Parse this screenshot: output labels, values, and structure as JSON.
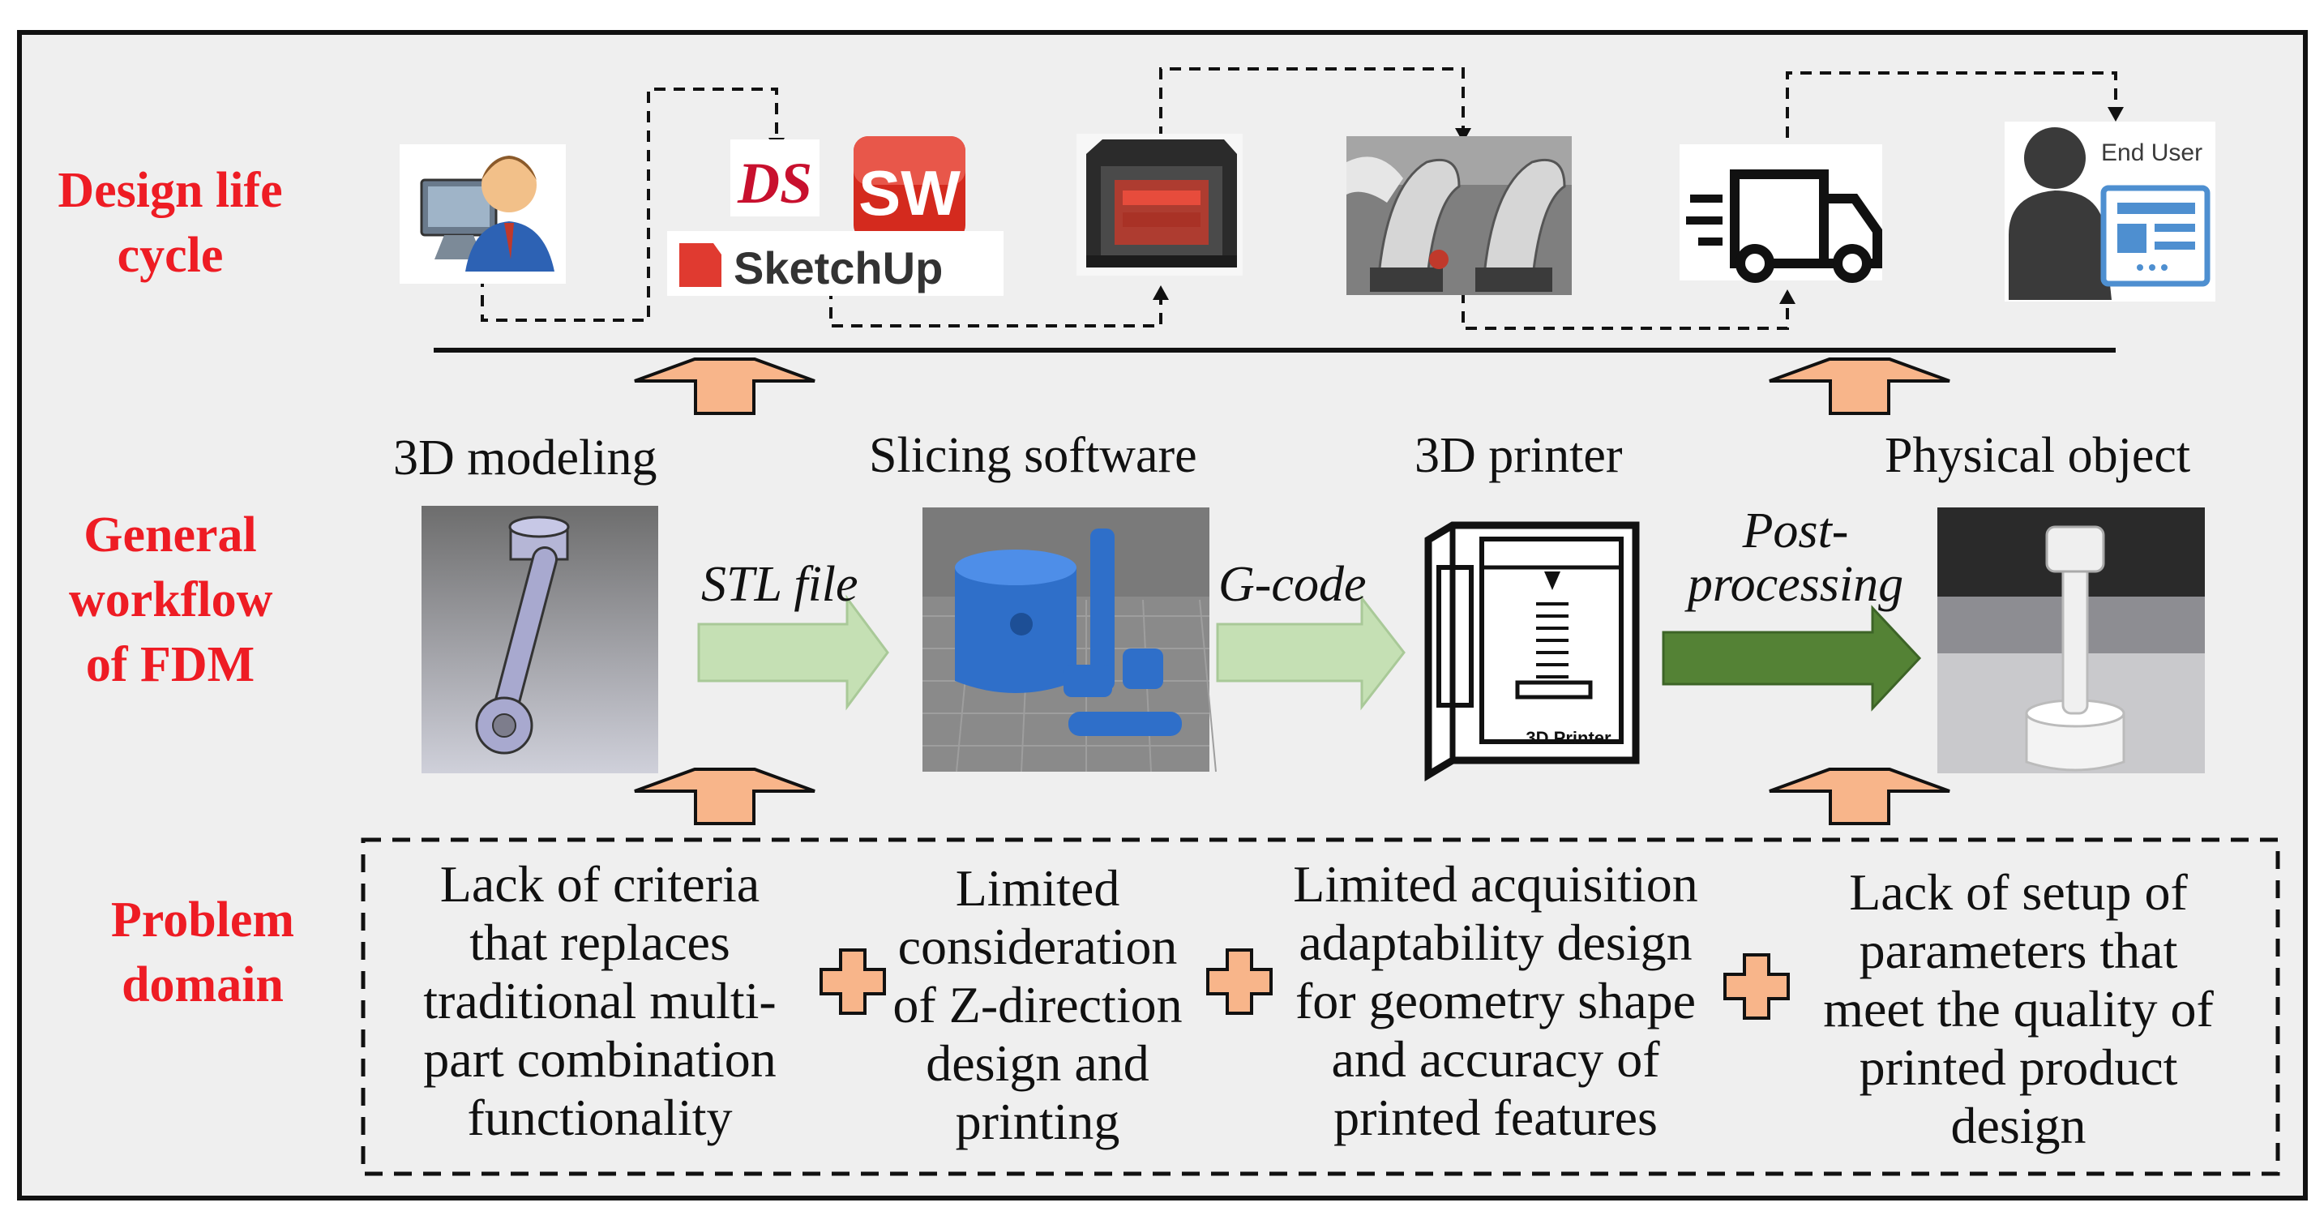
{
  "rows": {
    "design_life_cycle": "Design life cycle",
    "general_workflow": "General workflow of FDM",
    "problem_domain": "Problem domain"
  },
  "stages": {
    "modeling": "3D modeling",
    "slicing": "Slicing software",
    "printer": "3D printer",
    "object": "Physical object"
  },
  "arrows": {
    "stl": "STL file",
    "gcode": "G-code",
    "post": "Post-processing"
  },
  "logos": {
    "sketchup": "SketchUp",
    "sw": "SW",
    "ds": "DS",
    "printer_label": "3D Printer",
    "end_user": "End User"
  },
  "problems": [
    [
      "Lack of criteria",
      "that replaces",
      "traditional multi-",
      "part combination",
      "functionality"
    ],
    [
      "Limited",
      "consideration",
      "of Z-direction",
      "design and",
      "printing"
    ],
    [
      "Limited acquisition",
      "adaptability design",
      "for geometry shape",
      "and accuracy of",
      "printed features"
    ],
    [
      "Lack of setup  of",
      "parameters that",
      "meet the quality of",
      "printed product",
      "design"
    ]
  ],
  "colors": {
    "label_red": "#ee1c24",
    "light_green_arrow": "#c5e0b4",
    "dark_green_arrow": "#548235",
    "orange_arrow": "#f8b58a",
    "background": "#efefef"
  }
}
